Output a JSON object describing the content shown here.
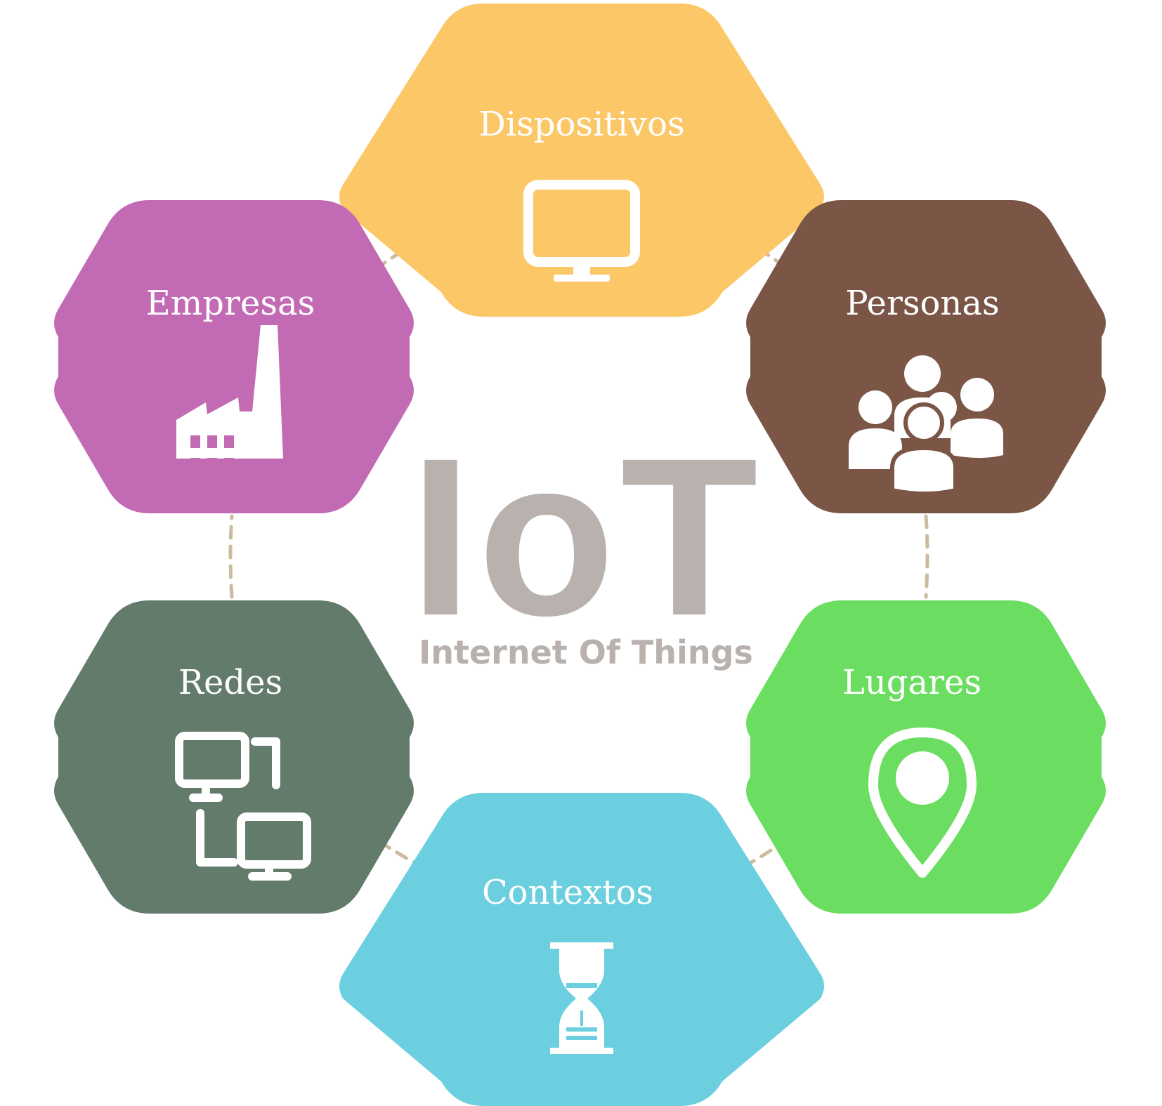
{
  "center": {
    "title": "IoT",
    "subtitle": "Internet Of Things",
    "color": "#b8b1ad"
  },
  "connector_color": "#cdbb9f",
  "hexagons": [
    {
      "id": "dispositivos",
      "label": "Dispositivos",
      "color": "#fcc767",
      "icon": "monitor-icon"
    },
    {
      "id": "personas",
      "label": "Personas",
      "color": "#7b5647",
      "icon": "people-group-icon"
    },
    {
      "id": "lugares",
      "label": "Lugares",
      "color": "#6bde62",
      "icon": "location-pin-icon"
    },
    {
      "id": "contextos",
      "label": "Contextos",
      "color": "#6ccfdf",
      "icon": "hourglass-icon"
    },
    {
      "id": "redes",
      "label": "Redes",
      "color": "#627b6b",
      "icon": "network-computers-icon"
    },
    {
      "id": "empresas",
      "label": "Empresas",
      "color": "#c26bb4",
      "icon": "factory-icon"
    }
  ]
}
